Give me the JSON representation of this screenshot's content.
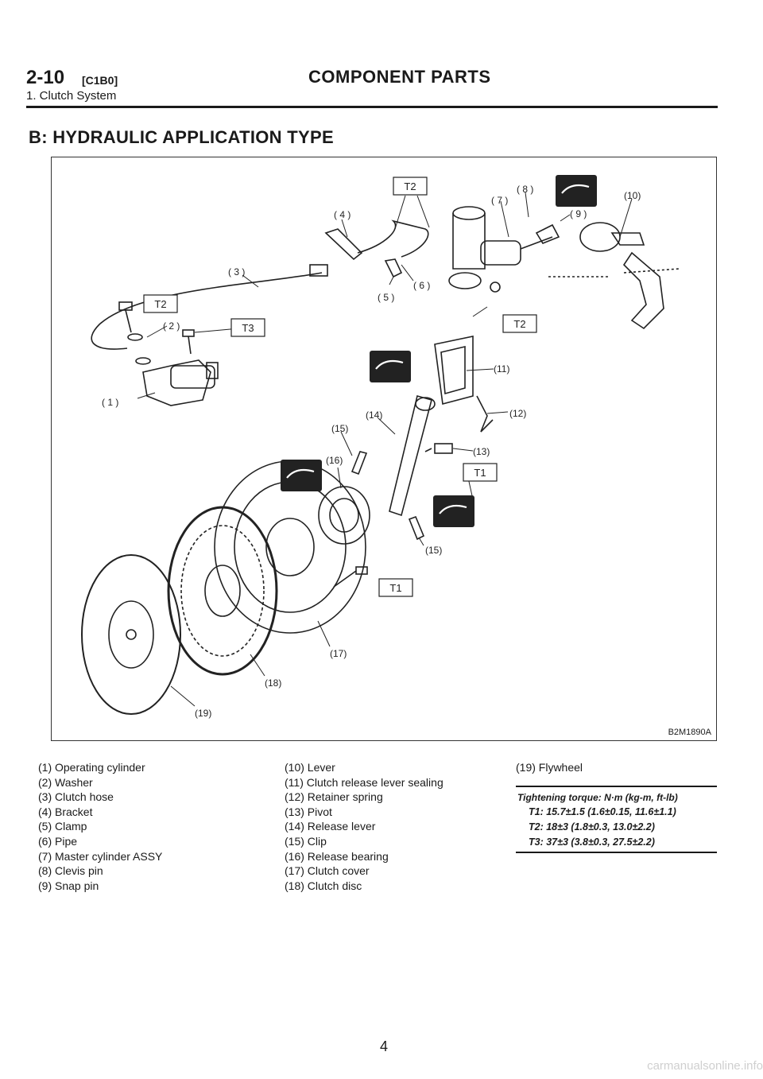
{
  "header": {
    "code": "2-10",
    "bracket": "[C1B0]",
    "title": "COMPONENT PARTS",
    "subtitle": "1. Clutch System"
  },
  "section_title": "B: HYDRAULIC APPLICATION TYPE",
  "figure": {
    "code": "B2M1890A",
    "callouts": {
      "c1": "( 1 )",
      "c2": "( 2 )",
      "c3": "( 3 )",
      "c4": "( 4 )",
      "c5": "( 5 )",
      "c6": "( 6 )",
      "c7": "( 7 )",
      "c8": "( 8 )",
      "c9": "( 9 )",
      "c10": "(10)",
      "c11": "(11)",
      "c12": "(12)",
      "c13": "(13)",
      "c14": "(14)",
      "c15a": "(15)",
      "c15b": "(15)",
      "c16": "(16)",
      "c17": "(17)",
      "c18": "(18)",
      "c19": "(19)"
    },
    "torque_tags": {
      "t2a": "T2",
      "t2b": "T2",
      "t2c": "T2",
      "t3": "T3",
      "t1a": "T1",
      "t1b": "T1"
    }
  },
  "legend": {
    "col1": [
      "(1) Operating cylinder",
      "(2) Washer",
      "(3) Clutch hose",
      "(4) Bracket",
      "(5) Clamp",
      "(6) Pipe",
      "(7) Master cylinder ASSY",
      "(8) Clevis pin",
      "(9) Snap pin"
    ],
    "col2": [
      "(10) Lever",
      "(11) Clutch release lever sealing",
      "(12) Retainer spring",
      "(13) Pivot",
      "(14) Release lever",
      "(15) Clip",
      "(16) Release bearing",
      "(17) Clutch cover",
      "(18) Clutch disc"
    ],
    "col3": [
      "(19) Flywheel"
    ]
  },
  "torque": {
    "heading": "Tightening torque: N·m (kg-m, ft-lb)",
    "t1": "T1: 15.7±1.5 (1.6±0.15, 11.6±1.1)",
    "t2": "T2: 18±3 (1.8±0.3, 13.0±2.2)",
    "t3": "T3: 37±3 (3.8±0.3, 27.5±2.2)"
  },
  "page_number": "4",
  "watermark": "carmanualsonline.info"
}
